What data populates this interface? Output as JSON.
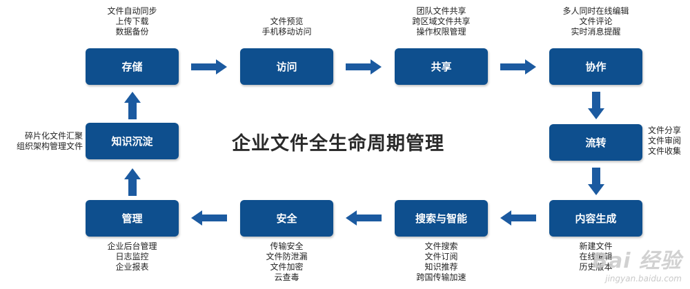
{
  "title": "企业文件全生命周期管理",
  "nodes": {
    "storage": {
      "label": "存储",
      "desc": [
        "文件自动同步",
        "上传下载",
        "数据备份"
      ]
    },
    "access": {
      "label": "访问",
      "desc": [
        "文件预览",
        "手机移动访问"
      ]
    },
    "share": {
      "label": "共享",
      "desc": [
        "团队文件共享",
        "跨区域文件共享",
        "操作权限管理"
      ]
    },
    "collab": {
      "label": "协作",
      "desc": [
        "多人同时在线编辑",
        "文件评论",
        "实时消息提醒"
      ]
    },
    "flow": {
      "label": "流转",
      "desc": [
        "文件分享",
        "文件审阅",
        "文件收集"
      ]
    },
    "content": {
      "label": "内容生成",
      "desc": [
        "新建文件",
        "在线编辑",
        "历史版本"
      ]
    },
    "search": {
      "label": "搜索与智能",
      "desc": [
        "文件搜索",
        "文件订阅",
        "知识推荐",
        "跨国传输加速"
      ]
    },
    "security": {
      "label": "安全",
      "desc": [
        "传输安全",
        "文件防泄漏",
        "文件加密",
        "云查毒"
      ]
    },
    "manage": {
      "label": "管理",
      "desc": [
        "企业后台管理",
        "日志监控",
        "企业报表"
      ]
    },
    "knowledge": {
      "label": "知识沉淀",
      "desc": [
        "碎片化文件汇聚",
        "组织架构管理文件"
      ]
    }
  },
  "watermark": {
    "main": "Bai 经验",
    "sub": "jingyan.baidu.com"
  },
  "colors": {
    "box": "#0e4f8e",
    "arrow": "#1b5aa0"
  }
}
